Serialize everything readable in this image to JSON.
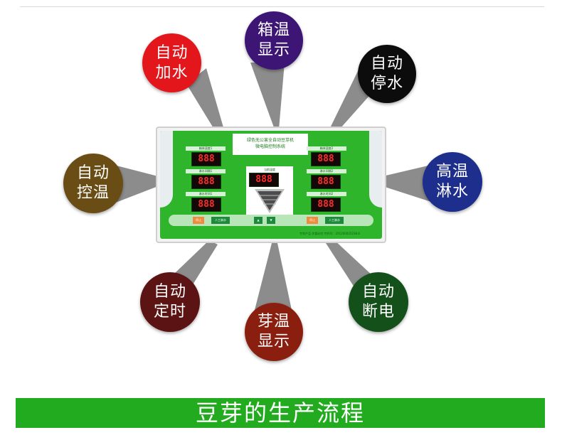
{
  "banner": {
    "title": "豆芽的生产流程"
  },
  "bubbles": [
    {
      "id": "b1",
      "line1": "箱温",
      "line2": "显示",
      "color": "#3c1575"
    },
    {
      "id": "b2",
      "line1": "自动",
      "line2": "加水",
      "color": "#e3161b"
    },
    {
      "id": "b3",
      "line1": "自动",
      "line2": "停水",
      "color": "#0c0c0c"
    },
    {
      "id": "b4",
      "line1": "自动",
      "line2": "控温",
      "color": "#6a4d14"
    },
    {
      "id": "b5",
      "line1": "高温",
      "line2": "淋水",
      "color": "#1d2e8c"
    },
    {
      "id": "b6",
      "line1": "自动",
      "line2": "定时",
      "color": "#5b1313"
    },
    {
      "id": "b7",
      "line1": "芽温",
      "line2": "显示",
      "color": "#8a1f0f"
    },
    {
      "id": "b8",
      "line1": "自动",
      "line2": "断电",
      "color": "#14501a"
    }
  ],
  "panel": {
    "title_line1": "绿色无公害全自动豆芽机",
    "title_line2": "微电脑控制系统",
    "left_labels": [
      "箱体温度1",
      "淋水间隔1",
      "淋水时间1"
    ],
    "right_labels": [
      "箱体温度2",
      "淋水间隔2",
      "淋水时间2"
    ],
    "center_label": "当前温度",
    "display_value": "888",
    "btn_left": "停止",
    "btn_left2": "人工淋水",
    "btn_right": "停止",
    "btn_right2": "人工淋水",
    "footer": "专利产品  仿冒必究  专利号：201200022238.6"
  }
}
